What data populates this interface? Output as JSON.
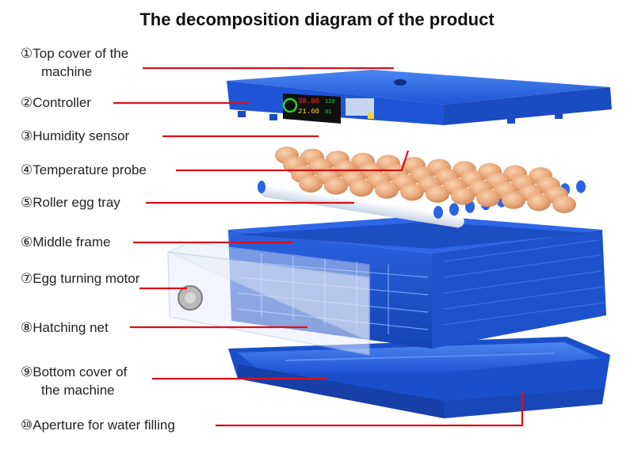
{
  "title": "The decomposition diagram of the product",
  "colors": {
    "leader_line": "#d8121b",
    "body_blue": "#1f5be0",
    "egg": "#e9a87a"
  },
  "labels": [
    {
      "num": "①",
      "text": "Top cover of the",
      "text2": "machine"
    },
    {
      "num": "②",
      "text": "Controller"
    },
    {
      "num": "③",
      "text": "Humidity sensor"
    },
    {
      "num": "④",
      "text": "Temperature probe"
    },
    {
      "num": "⑤",
      "text": "Roller egg tray"
    },
    {
      "num": "⑥",
      "text": "Middle frame"
    },
    {
      "num": "⑦",
      "text": "Egg turning motor"
    },
    {
      "num": "⑧",
      "text": "Hatching net"
    },
    {
      "num": "⑨",
      "text": "Bottom cover of",
      "text2": "the machine"
    },
    {
      "num": "⑩",
      "text": "Aperture for water filling"
    }
  ],
  "display": {
    "temp": "38.00",
    "hum": "21.60",
    "small1": "120",
    "small2": "01"
  }
}
